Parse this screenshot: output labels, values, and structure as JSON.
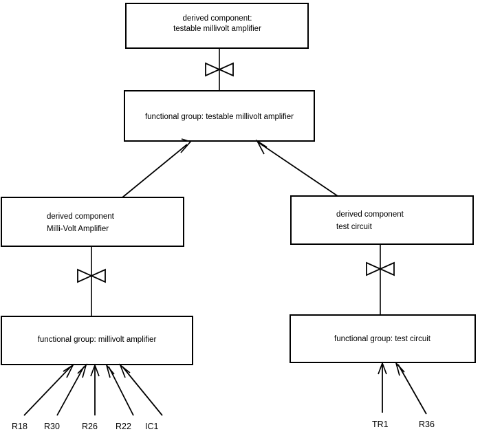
{
  "diagram": {
    "type": "component-refinement-diagram",
    "background_color": "#ffffff",
    "line_color": "#000000",
    "nodes": {
      "top_derived_component": {
        "line1": "derived component:",
        "line2": "testable millivolt amplifier"
      },
      "top_functional_group": {
        "line1": "functional group: testable millivolt amplifier"
      },
      "left_derived_component": {
        "line1": "derived component",
        "line2": "Milli-Volt Amplifier"
      },
      "right_derived_component": {
        "line1": "derived component",
        "line2": "test circuit"
      },
      "left_functional_group": {
        "line1": "functional group: millivolt amplifier"
      },
      "right_functional_group": {
        "line1": "functional group: test circuit"
      }
    },
    "leaf_labels": {
      "left_group": [
        {
          "id": "r18",
          "text": "R18"
        },
        {
          "id": "r30",
          "text": "R30"
        },
        {
          "id": "r26",
          "text": "R26"
        },
        {
          "id": "r22",
          "text": "R22"
        },
        {
          "id": "ic1",
          "text": "IC1"
        }
      ],
      "right_group": [
        {
          "id": "tr1",
          "text": "TR1"
        },
        {
          "id": "r36",
          "text": "R36"
        }
      ]
    },
    "connector_symbols": {
      "refinement_bowtie": "bowtie-symbol",
      "generalization_arrow": "open-arrow-head"
    }
  }
}
